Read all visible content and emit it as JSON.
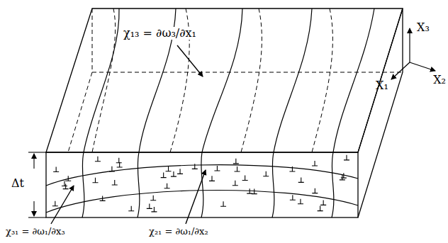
{
  "diagram": {
    "labels": [
      "χ₁₃ = ∂ω₃/∂x₁",
      "Δt",
      "χ₃₁ = ∂ω₁/∂x₃",
      "χ₂₁ = ∂ω₁/∂x₂",
      "X₃",
      "X₂",
      "X₁"
    ]
  }
}
